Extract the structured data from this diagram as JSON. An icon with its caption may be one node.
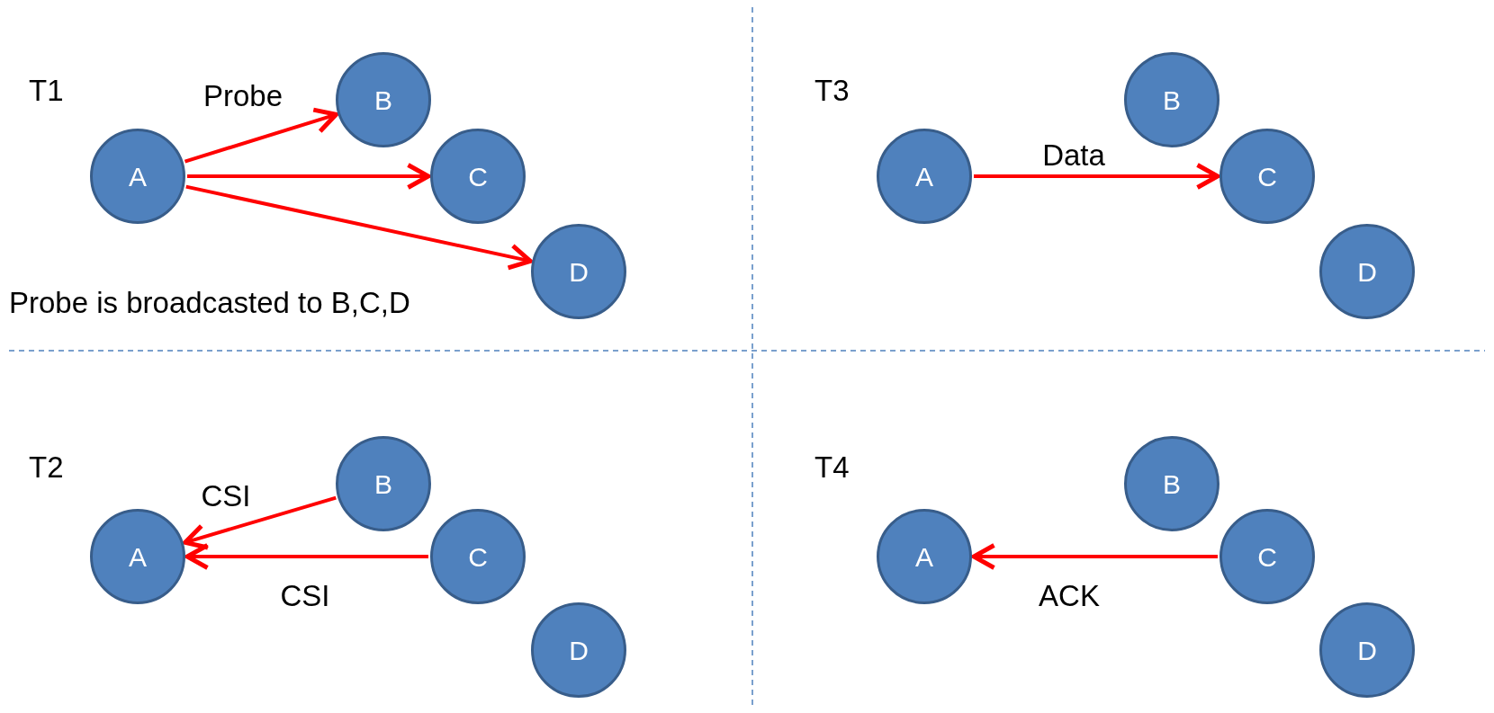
{
  "diagram": {
    "nodes": [
      {
        "text": [
          "A"
        ]
      },
      {
        "text": [
          "B"
        ]
      },
      {
        "text": [
          "C"
        ]
      },
      {
        "text": [
          "D"
        ]
      },
      {
        "text": [
          "A"
        ]
      },
      {
        "text": [
          "B"
        ]
      },
      {
        "text": [
          "C"
        ]
      },
      {
        "text": [
          "D"
        ]
      },
      {
        "text": [
          "A"
        ]
      },
      {
        "text": [
          "B"
        ]
      },
      {
        "text": [
          "C"
        ]
      },
      {
        "text": [
          "D"
        ]
      },
      {
        "text": [
          "A"
        ]
      },
      {
        "text": [
          "B"
        ]
      },
      {
        "text": [
          "C"
        ]
      },
      {
        "text": [
          "D"
        ]
      }
    ],
    "edges": [
      {
        "from": 0,
        "to": 1,
        "arrow": "to",
        "label": "Probe"
      },
      {
        "from": 0,
        "to": 2,
        "arrow": "to"
      },
      {
        "from": 0,
        "to": 3,
        "arrow": "to"
      },
      {
        "from": 4,
        "to": 6,
        "arrow": "to",
        "label": "Data"
      },
      {
        "from": 9,
        "to": 8,
        "arrow": "to",
        "label": "CSI"
      },
      {
        "from": 10,
        "to": 8,
        "arrow": "to",
        "label": "CSI"
      },
      {
        "from": 14,
        "to": 12,
        "arrow": "to",
        "label": "ACK"
      }
    ],
    "labels": [
      "T1",
      "Probe is broadcasted to B,C,D",
      "T3",
      "T2",
      "T4"
    ]
  }
}
